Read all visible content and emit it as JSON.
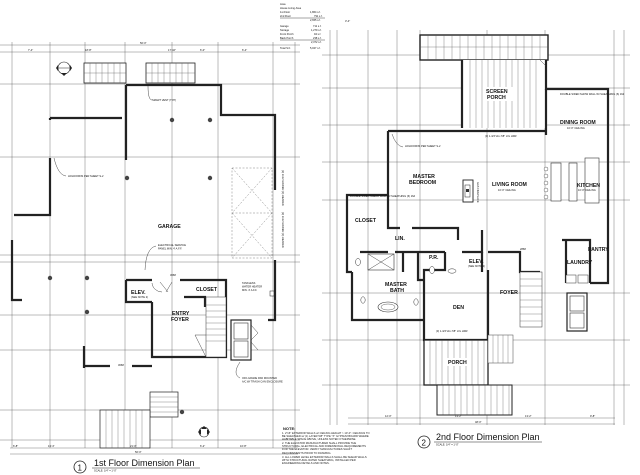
{
  "area_table": {
    "heading": "Area",
    "subheading": "House Living Area",
    "rows": [
      {
        "label": "1st Floor",
        "value": "1,864 s.f."
      },
      {
        "label": "2nd Floor",
        "value": "791 s.f."
      },
      {
        "label": "",
        "value": "2,655 s.f."
      },
      {
        "label": "Garage",
        "value": "711 s.f."
      },
      {
        "label": "Storage",
        "value": "1,279 s.f."
      },
      {
        "label": "Front Porch",
        "value": "94 s.f."
      },
      {
        "label": "Back Porch",
        "value": "238 s.f."
      },
      {
        "label": "",
        "value": "2,372 s.f."
      },
      {
        "label": "Total S.F.",
        "value": "5,027 s.f."
      }
    ]
  },
  "plan_1": {
    "number": "1",
    "title": "1st Floor Dimension Plan",
    "scale": "SCALE: 1/4\" = 1'-0\"",
    "rooms": {
      "garage": "GARAGE",
      "elev": "ELEV.",
      "elev_note": "(SEE NOTE 2)",
      "closet": "CLOSET",
      "entry_foyer_1": "ENTRY",
      "entry_foyer_2": "FOYER"
    },
    "callouts": {
      "smart_vent": "SMART VENT (TYP)",
      "holdowns": "HOLDOWNS PER SHEET S-2",
      "electrical_1": "ELECTRICAL SERVICE",
      "electrical_2": "PANEL MIN. 4' A.F.F.",
      "tankless_1": "TANKLESS",
      "tankless_2": "WATER HEATER",
      "tankless_3": "MIN. 4' A.F.F.",
      "ac_1": "OFF-GRADE PAD MOUNTED",
      "ac_2": "A/C W/ TRASH CAN ENCLOSURE",
      "vertical_note": "(2) 2x12 GIRDER (3) HEADER"
    },
    "dimensions": {
      "top_total": "56'-0\"",
      "top_a": "7'-4\"",
      "top_b": "18'-8\"",
      "top_c": "17'-10\"",
      "top_d": "6'-0\"",
      "top_e": "6'-4\"",
      "bottom_total": "56'-0\"",
      "bottom_a": "21'-0\"",
      "bottom_b": "13'-4\"",
      "bottom_c": "16'-8\"",
      "bottom_d": "6'-2\"",
      "bottom_e": "6'-8\"",
      "mid_a": "18'-8\"",
      "mid_b": "22'-8\"",
      "door": "3068"
    }
  },
  "plan_2": {
    "number": "2",
    "title": "2nd Floor Dimension Plan",
    "scale": "SCALE: 1/4\" = 1'-0\"",
    "rooms": {
      "screen_porch_1": "SCREEN",
      "screen_porch_2": "PORCH",
      "dining": "DINING ROOM",
      "dining_ceiling": "10'-0\" CEILING",
      "master_bed_1": "MASTER",
      "master_bed_2": "BEDROOM",
      "living": "LIVING ROOM",
      "living_ceiling": "10'-0\" CEILING",
      "kitchen": "KITCHEN",
      "kitchen_ceiling": "10'-0\" CEILING",
      "closet": "CLOSET",
      "lin": "LIN.",
      "pr": "P.R.",
      "elev": "ELEV.",
      "elev_note": "(SEE NOTE 2)",
      "pantry": "PANTRY",
      "laundry": "LAUNDRY",
      "master_bath_1": "MASTER",
      "master_bath_2": "BATH",
      "den": "DEN",
      "foyer": "FOYER",
      "porch": "PORCH"
    },
    "callouts": {
      "holdowns": "HOLDOWNS PER SHEET S-2",
      "double_door_dining": "DOUBLE SIDED SHOW WALL W/ SHEATHING (6) 16d",
      "double_door_closet": "DOUBLE SIDED SHEAR WALL W/ SHEATHING (6) 16d",
      "header_screen": "(3) 1-3/4\"x11-7/8\" LVL HDR",
      "header_living": "(3) 1-3/4\"x11-7/8\" LVL HDR",
      "header_den": "(3) 1-3/4\"x11-7/8\" LVL HDR",
      "fireplace": "GAS FIREPLACE"
    },
    "dimensions": {
      "bottom_total": "48'-0\"",
      "bottom_a": "12'-0\"",
      "bottom_b": "13'-2\"",
      "bottom_c": "13'-2\"",
      "bottom_d": "9'-8\"",
      "living_a": "21'-2\"",
      "living_b": "10'-2\"",
      "door": "2868",
      "top_a": "3'-4\""
    }
  },
  "notes": {
    "heading": "NOTE:",
    "items": [
      "1.  2\"x6\" EXTERIOR WALLS w/ CEILING HEIGHT > 10'-0\". CEILINGS TO BE SHEATHED w/ (1) LAYER 5/8\" TYPE \"X\" GYPSUM BOARD WHERE HABITABLE SPACE ABOVE, UNLESS NOTED OTHERWISE.",
      "2.  THE ELEVATOR MANUFACTURER SHALL PROVIDE THE STRUCTURAL, ELECTRICAL AND DIMENSIONAL REQUIREMENTS FOR THE ELEVATOR. VERIFY MANUFACTURES SHAFT REQUIREMENTS PRIOR TO FRAMING.",
      "3.  ALL LOWER LEVEL EXTERIOR WALLS SHALL BE SHEAR WALLS WITH STRUCTURAL RATED SHEATHING, INSTALLED PER ENGINEERING DETAILS AND NOTES."
    ]
  }
}
